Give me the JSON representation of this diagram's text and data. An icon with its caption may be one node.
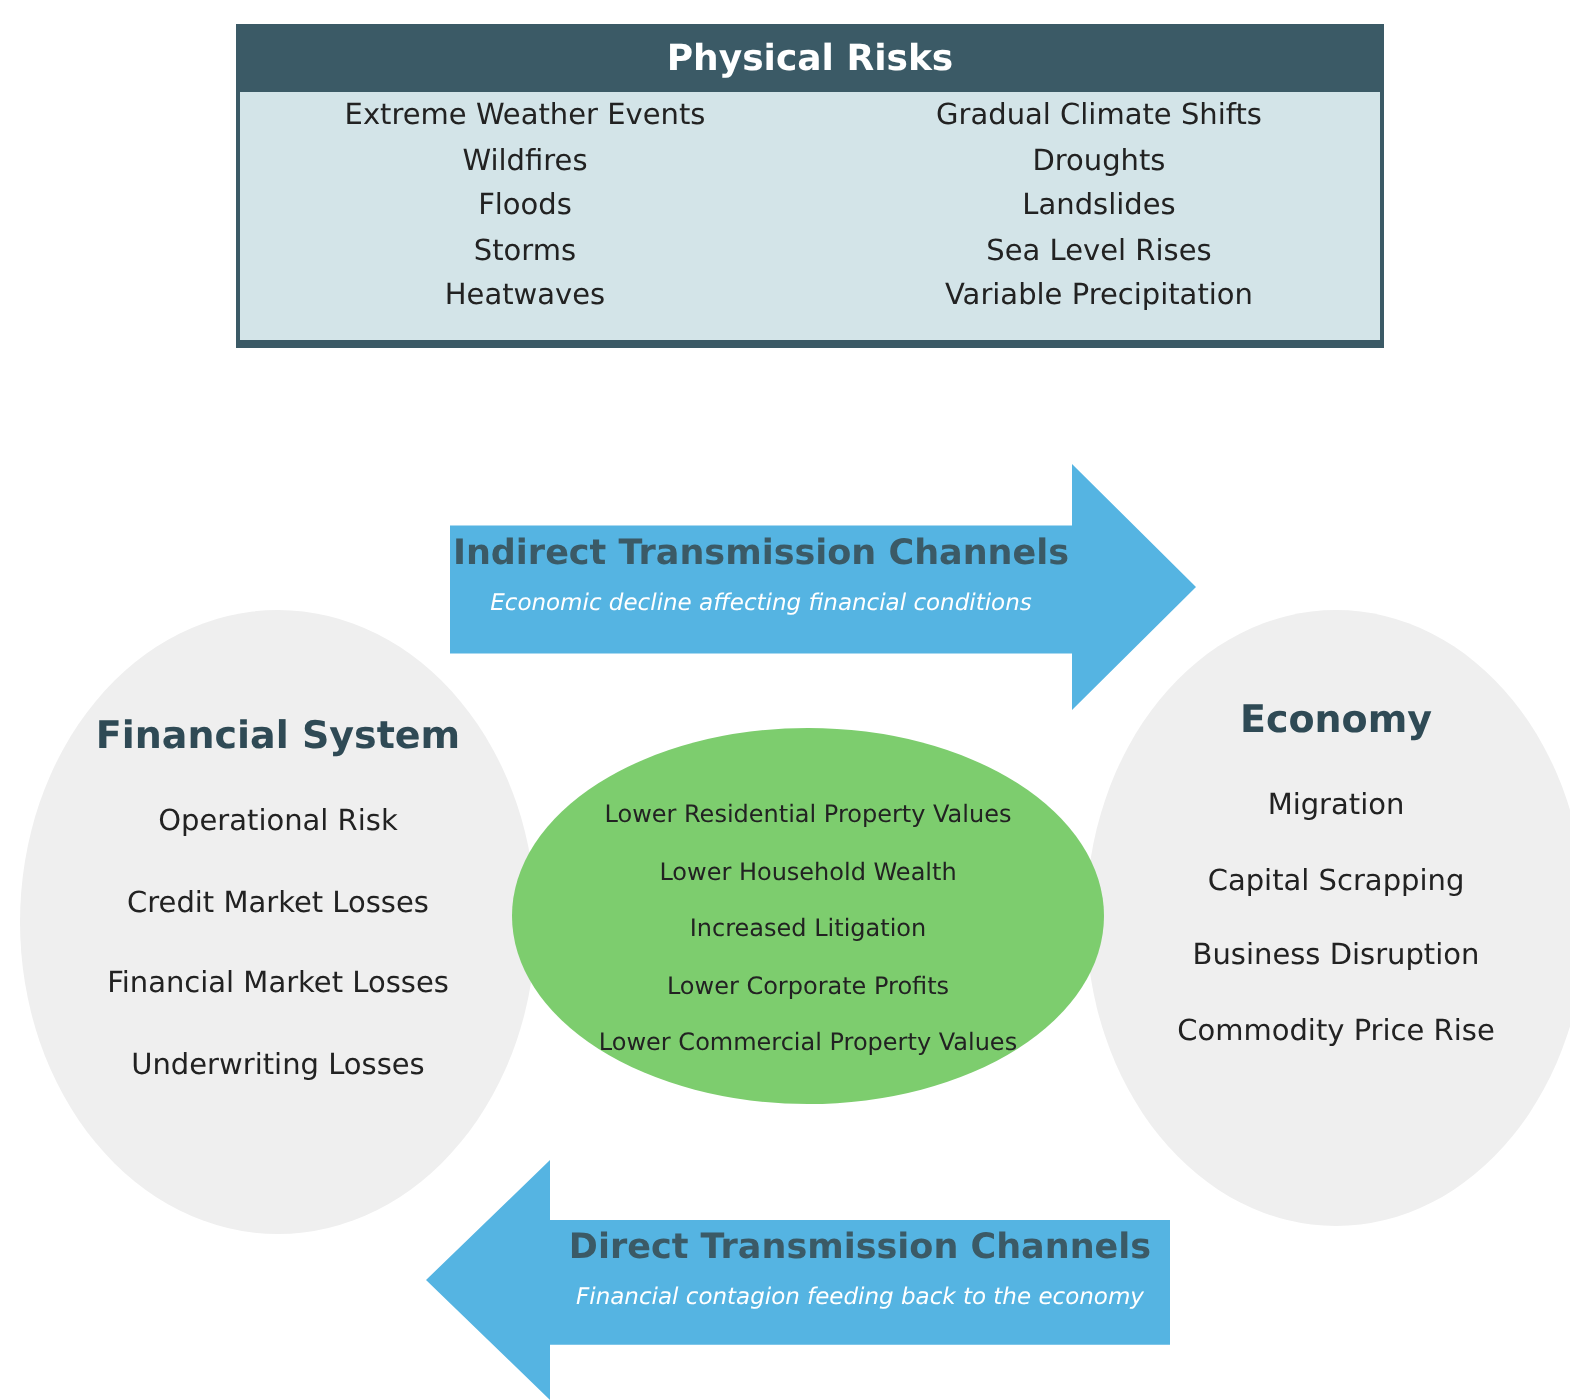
{
  "diagram": {
    "nodes": [
      {
        "text": [
          "Physical Risks",
          "Extreme Weather Events",
          "Wildfires",
          "Floods",
          "Storms",
          "Heatwaves",
          "Gradual Climate Shifts",
          "Droughts",
          "Landslides",
          "Sea Level Rises",
          "Variable Precipitation"
        ]
      },
      {
        "text": [
          "Indirect Transmission Channels",
          "Economic decline affecting financial conditions"
        ]
      },
      {
        "text": [
          "Financial System",
          "Operational Risk",
          "Credit Market Losses",
          "Financial Market Losses",
          "Underwriting Losses"
        ]
      },
      {
        "text": [
          "Lower Residential Property Values",
          "Lower Household Wealth",
          "Increased Litigation",
          "Lower Corporate Profits",
          "Lower Commercial Property Values"
        ]
      },
      {
        "text": [
          "Economy",
          "Migration",
          "Capital Scrapping",
          "Business Disruption",
          "Commodity Price Rise"
        ]
      },
      {
        "text": [
          "Direct Transmission Channels",
          "Financial contagion feeding back to the economy"
        ]
      }
    ],
    "edges": []
  }
}
